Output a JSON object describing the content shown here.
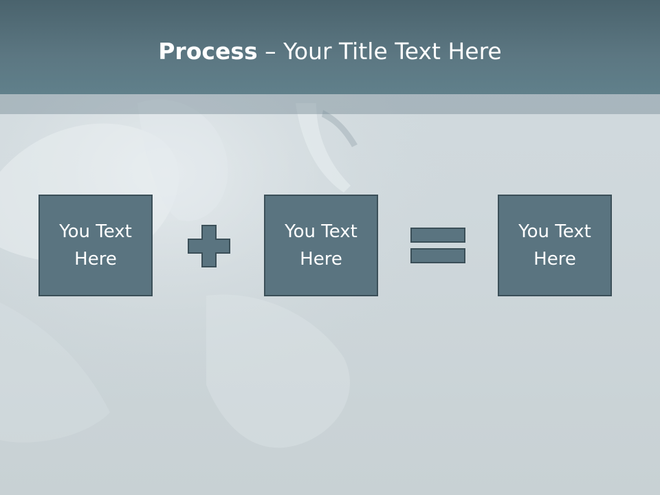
{
  "title": {
    "bold": "Process",
    "rest": " – Your Title Text Here"
  },
  "process": {
    "boxes": [
      {
        "line1": "You Text",
        "line2": "Here"
      },
      {
        "line1": "You Text",
        "line2": "Here"
      },
      {
        "line1": "You Text",
        "line2": "Here"
      }
    ],
    "operators": [
      "plus-icon",
      "equals-icon"
    ]
  },
  "colors": {
    "title_bar": "#557079",
    "box_fill": "#5a7480",
    "box_border": "#3b4f58",
    "background": "#cfd8dc"
  }
}
